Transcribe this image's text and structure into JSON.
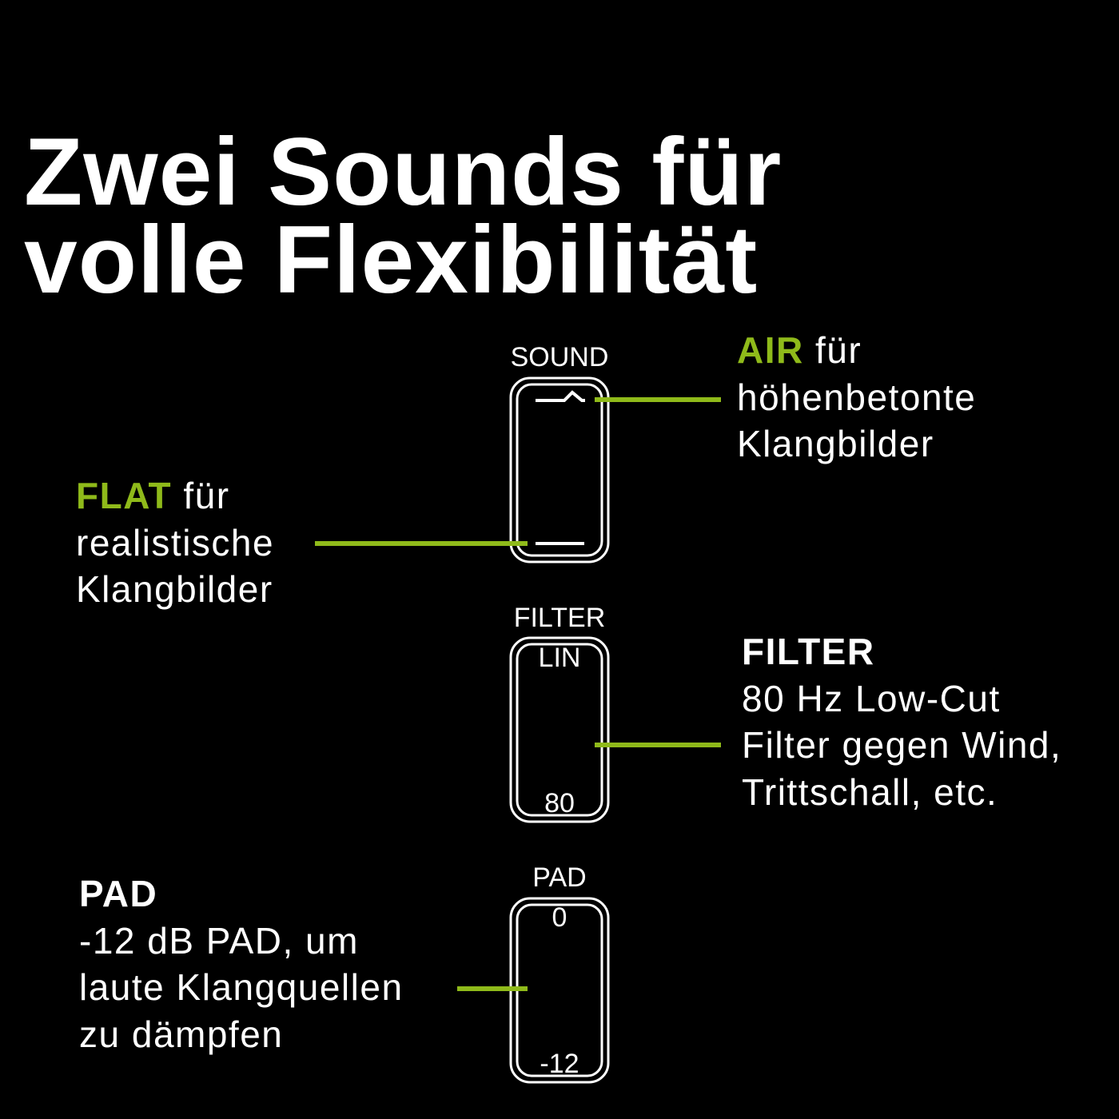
{
  "title": {
    "line1": "Zwei Sounds für",
    "line2": "volle Flexibilität"
  },
  "colors": {
    "background": "#000000",
    "accent": "#8fba1a",
    "text": "#ffffff"
  },
  "switches": {
    "sound": {
      "label": "SOUND",
      "top_icon": "air-curve-icon",
      "bottom_icon": "flat-line-icon"
    },
    "filter": {
      "label": "FILTER",
      "top": "LIN",
      "bottom": "80"
    },
    "pad": {
      "label": "PAD",
      "top": "0",
      "bottom": "-12"
    }
  },
  "callouts": {
    "air": {
      "keyword": "AIR",
      "rest": " für",
      "lines": [
        "höhenbetonte",
        "Klangbilder"
      ]
    },
    "flat": {
      "keyword": "FLAT",
      "rest": " für",
      "lines": [
        "realistische",
        "Klangbilder"
      ]
    },
    "filter": {
      "heading": "FILTER",
      "lines": [
        "80 Hz Low-Cut",
        "Filter gegen Wind,",
        "Trittschall, etc."
      ]
    },
    "pad": {
      "heading": "PAD",
      "lines": [
        "-12 dB PAD, um",
        "laute Klangquellen",
        "zu dämpfen"
      ]
    }
  }
}
